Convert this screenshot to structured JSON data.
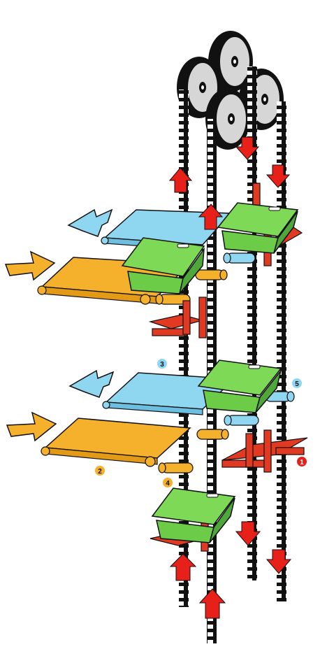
{
  "colors": {
    "chain": "#111111",
    "chain_link": "#ffffff",
    "pulley_face": "#d6d6d6",
    "pulley_rim": "#111111",
    "arrow_red": "#e8201a",
    "conveyor_blue": "#8fd6f0",
    "conveyor_orange": "#f5b12c",
    "tray_green": "#7ed957",
    "tray_green_dark": "#4fa63a",
    "carrier_red": "#e23a22",
    "roller_blue": "#8fd6f0",
    "roller_orange": "#f5b12c",
    "callout_blue": "#8fd6f0",
    "callout_orange": "#f5b12c",
    "callout_red": "#e8201a"
  },
  "callouts": [
    {
      "label": "1",
      "color": "callout_red"
    },
    {
      "label": "2",
      "color": "callout_orange"
    },
    {
      "label": "3",
      "color": "callout_blue"
    },
    {
      "label": "4",
      "color": "callout_orange"
    },
    {
      "label": "5",
      "color": "callout_blue"
    }
  ],
  "icons": {
    "up_arrow": "up-arrow-icon",
    "down_arrow": "down-arrow-icon",
    "inflow_arrow": "right-arrow-icon",
    "outflow_arrow": "left-arrow-icon"
  }
}
